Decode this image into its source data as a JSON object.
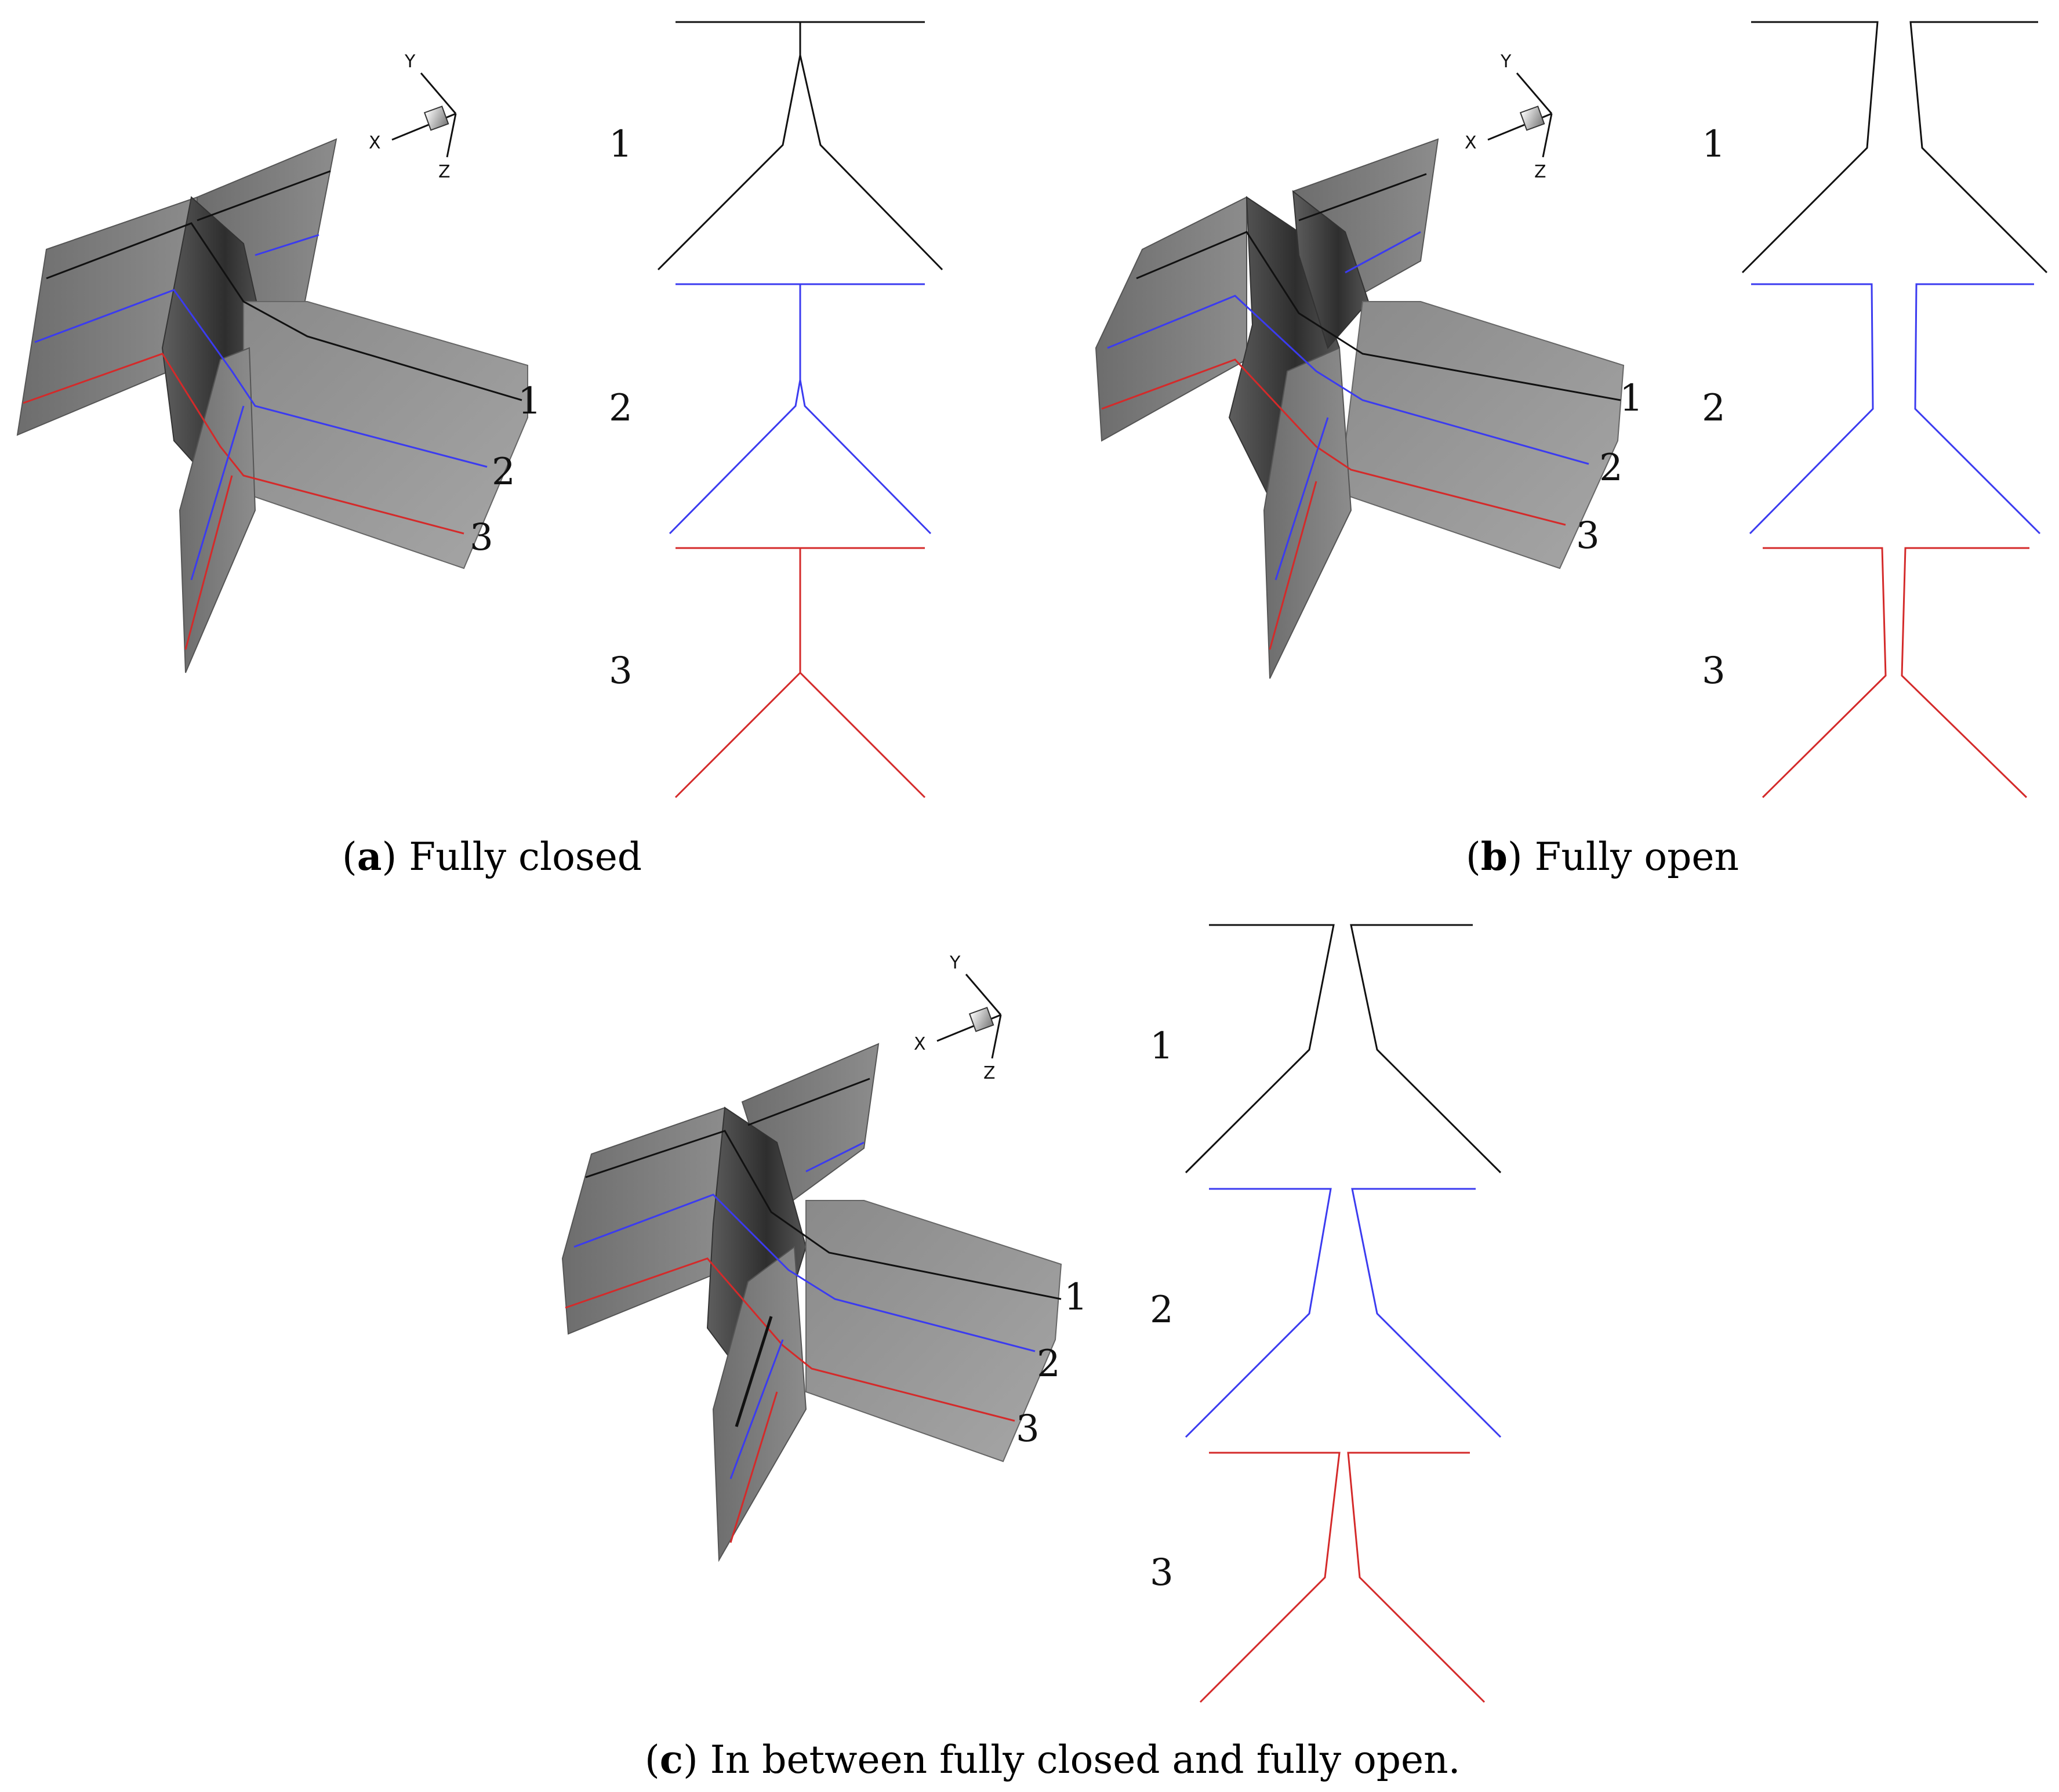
{
  "colors": {
    "section_1": "#111111",
    "section_2": "#3b3bf0",
    "section_3": "#d42a2a",
    "surface_light": "#9a9a9a",
    "surface_mid": "#7c7c7c",
    "surface_dark": "#3c3c3c"
  },
  "axes": {
    "x": "X",
    "y": "Y",
    "z": "Z"
  },
  "section_labels": [
    "1",
    "2",
    "3"
  ],
  "panels": [
    {
      "id": "a",
      "tag": "a",
      "caption": " Fully closed",
      "state": "closed"
    },
    {
      "id": "b",
      "tag": "b",
      "caption": " Fully open",
      "state": "open"
    },
    {
      "id": "c",
      "tag": "c",
      "caption": " In between fully closed and fully open.",
      "state": "between"
    }
  ]
}
